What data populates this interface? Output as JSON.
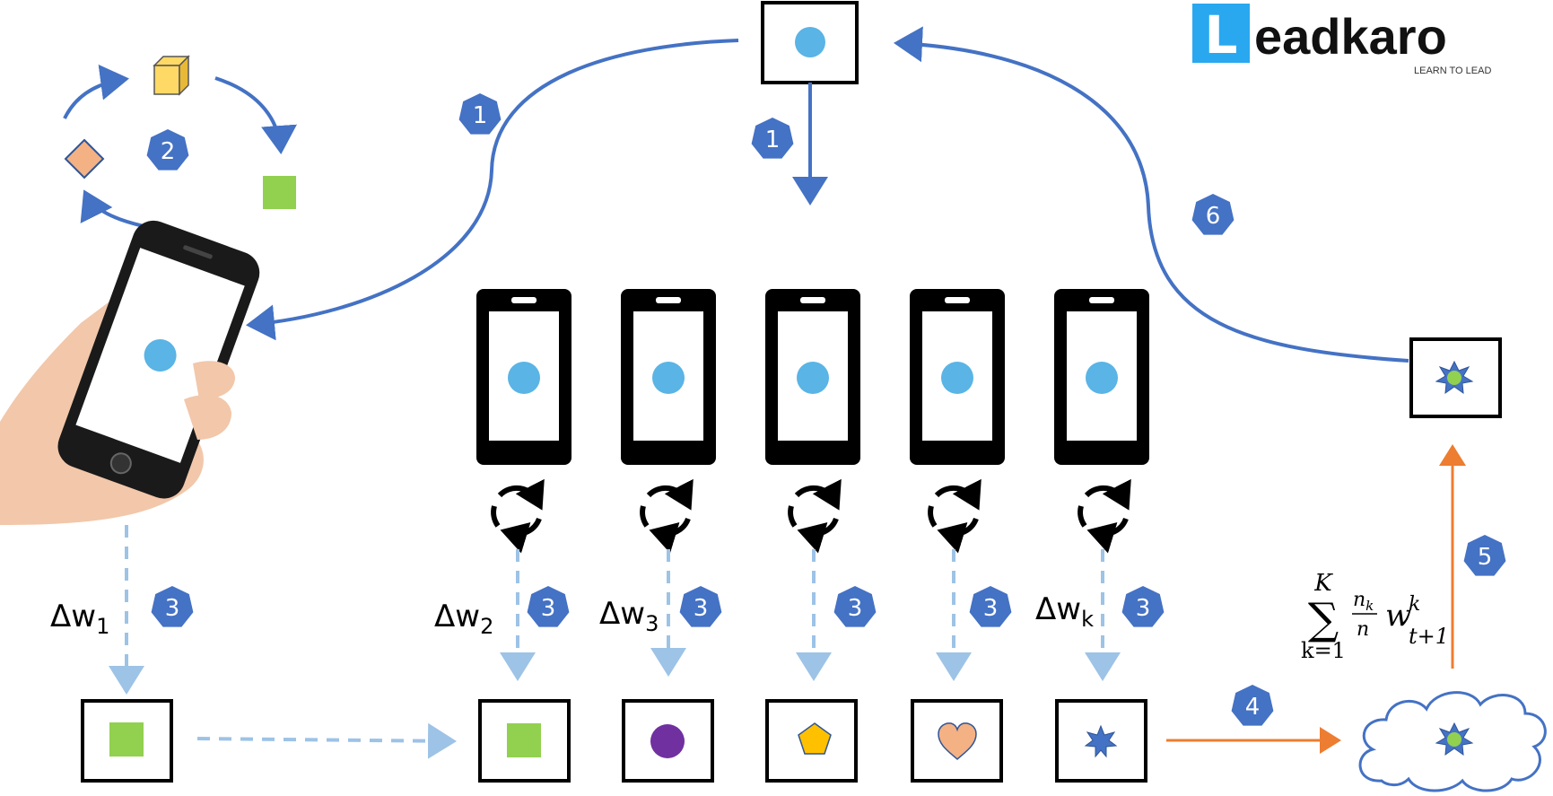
{
  "brand": {
    "logo_letter": "L",
    "logo_word": "eadkaro",
    "tagline": "LEARN TO LEAD",
    "logo_color": "#29a8f0"
  },
  "colors": {
    "blue_arrow": "#4472c4",
    "light_blue_dashed": "#9dc3e6",
    "orange_arrow": "#ed7d31",
    "badge": "#4472c4",
    "model_dot": "#5ab4e5"
  },
  "badges": {
    "b1_left": "1",
    "b1_center": "1",
    "b2": "2",
    "b3_1": "3",
    "b3_2": "3",
    "b3_3": "3",
    "b3_4": "3",
    "b3_5": "3",
    "b3_6": "3",
    "b4": "4",
    "b5": "5",
    "b6": "6"
  },
  "deltas": {
    "d1": {
      "base": "Δw",
      "sub": "1"
    },
    "d2": {
      "base": "Δw",
      "sub": "2"
    },
    "d3": {
      "base": "Δw",
      "sub": "3"
    },
    "dk": {
      "base": "Δw",
      "sub": "k"
    }
  },
  "formula": {
    "sigma": "∑",
    "upper": "K",
    "lower": "k=1",
    "numerator": "n",
    "numerator_sub": "k",
    "denominator": "n",
    "w": "w",
    "w_sup": "k",
    "w_sub": "t+1"
  }
}
